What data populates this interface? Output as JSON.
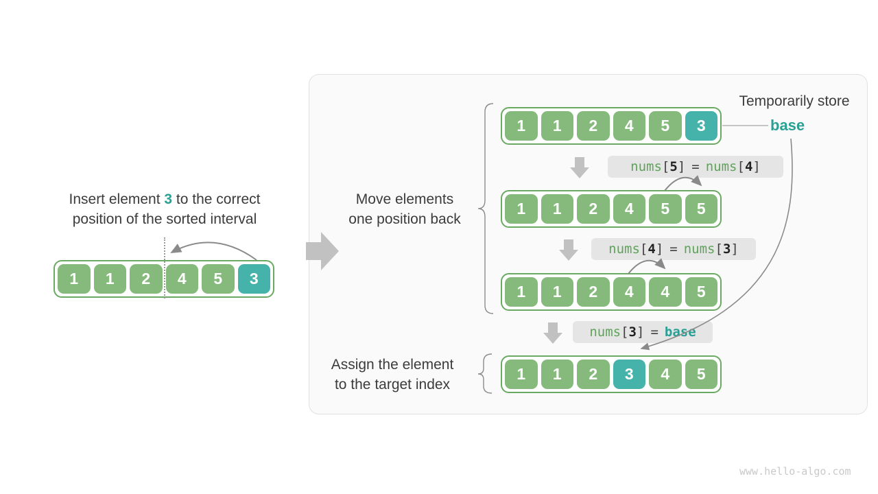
{
  "colors": {
    "cell_green": "#85ba7c",
    "cell_teal": "#45b3a9",
    "array_border_green": "#69a961",
    "accent_teal_text": "#2aa095",
    "code_function_green": "#5fa35a",
    "code_box_bg": "#e5e5e5",
    "block_arrow_gray": "#c1c1c1",
    "line_gray": "#8a8a8a",
    "panel_bg": "#fafafa",
    "panel_border": "#e1e1e1",
    "text_dark": "#3b3b3b",
    "watermark_gray": "#c9c9c9"
  },
  "left": {
    "caption": {
      "line1_pre": "Insert element ",
      "line1_highlight": "3",
      "line1_post": " to the correct",
      "line2": "position of the sorted interval"
    },
    "array": {
      "cells": [
        "1",
        "1",
        "2",
        "4",
        "5",
        "3"
      ],
      "highlight_index": 5
    }
  },
  "panel": {
    "temporarily_store_label": "Temporarily store",
    "base_label": "base",
    "move_label_line1": "Move elements",
    "move_label_line2": "one position back",
    "assign_label_line1": "Assign the element",
    "assign_label_line2": "to the target index",
    "rows": [
      {
        "cells": [
          "1",
          "1",
          "2",
          "4",
          "5",
          "3"
        ],
        "highlight_index": 5
      },
      {
        "cells": [
          "1",
          "1",
          "2",
          "4",
          "5",
          "5"
        ],
        "highlight_index": -1
      },
      {
        "cells": [
          "1",
          "1",
          "2",
          "4",
          "4",
          "5"
        ],
        "highlight_index": -1
      },
      {
        "cells": [
          "1",
          "1",
          "2",
          "3",
          "4",
          "5"
        ],
        "highlight_index": 3
      }
    ],
    "codes": [
      {
        "fn1": "nums",
        "o1": "[",
        "i1": "5",
        "c1": "]",
        "eq": "=",
        "fn2": "nums",
        "o2": "[",
        "i2": "4",
        "c2": "]"
      },
      {
        "fn1": "nums",
        "o1": "[",
        "i1": "4",
        "c1": "]",
        "eq": "=",
        "fn2": "nums",
        "o2": "[",
        "i2": "3",
        "c2": "]"
      },
      {
        "fn1": "nums",
        "o1": "[",
        "i1": "3",
        "c1": "]",
        "eq": "=",
        "base": "base"
      }
    ]
  },
  "watermark": "www.hello-algo.com"
}
